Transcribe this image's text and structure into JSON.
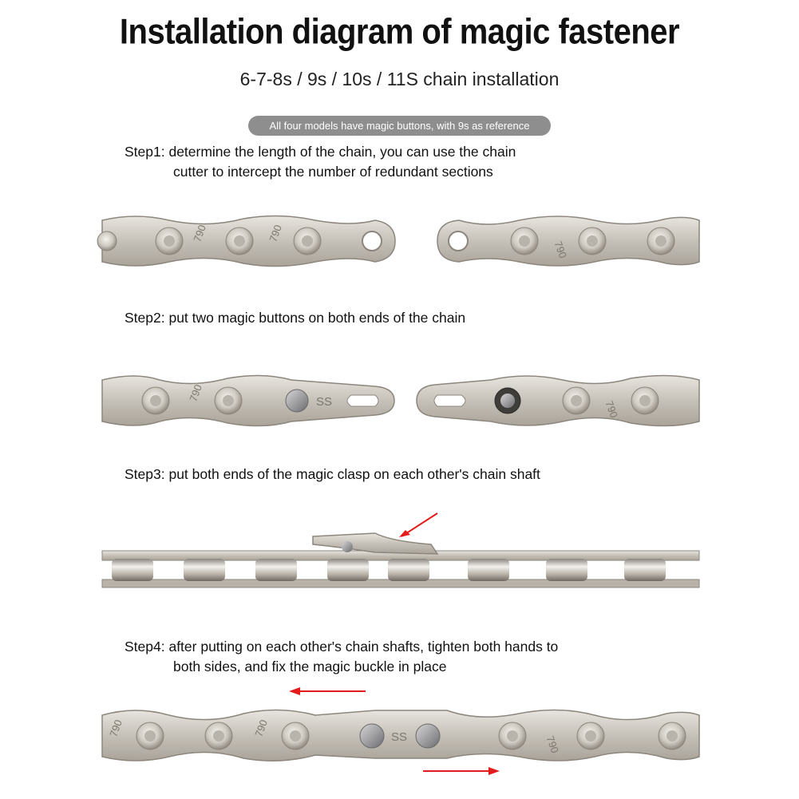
{
  "header": {
    "title": "Installation diagram of magic fastener",
    "subtitle": "6-7-8s / 9s / 10s / 11S chain installation",
    "note": "All four models have magic buttons, with 9s as reference"
  },
  "steps": [
    {
      "line1": "Step1: determine the length of the chain, you can use the chain",
      "line2": "cutter to intercept the number of redundant sections"
    },
    {
      "line1": "Step2: put two magic buttons on both ends of the chain",
      "line2": ""
    },
    {
      "line1": "Step3: put both ends of the magic clasp on each other's chain shaft",
      "line2": ""
    },
    {
      "line1": "Step4: after putting on each other's chain shafts, tighten both hands to",
      "line2": "both sides, and fix the magic buckle in place"
    }
  ],
  "chain_marks": {
    "model": "790",
    "brand": "SS"
  },
  "colors": {
    "arrow": "#e31b1b",
    "chain_plate": "#c9c4bc",
    "pill": "#8e8e8e"
  }
}
